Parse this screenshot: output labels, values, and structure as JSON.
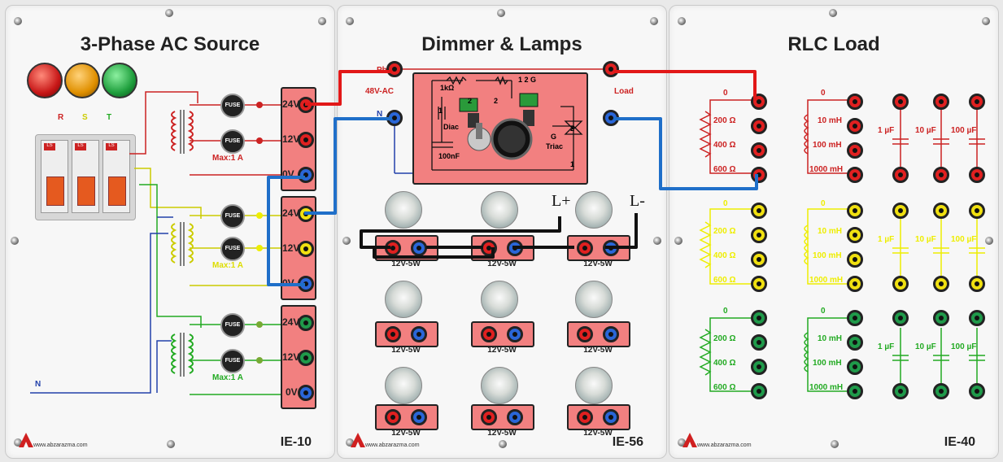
{
  "panels": {
    "source": {
      "title": "3-Phase AC Source",
      "code": "IE-10",
      "website": "www.abzarazma.com",
      "pilot_colors": [
        "#d62222",
        "#e8a000",
        "#1e9e3c"
      ],
      "phase_labels": [
        "R",
        "S",
        "T"
      ],
      "neutral_label": "N",
      "fuse_label": "FUSE",
      "max_current": "Max:1 A",
      "voltages": [
        "24V",
        "12V",
        "0V"
      ],
      "groups": [
        {
          "color": "red"
        },
        {
          "color": "yellow"
        },
        {
          "color": "green"
        }
      ]
    },
    "dimmer": {
      "title": "Dimmer & Lamps",
      "code": "IE-56",
      "website": "www.abzarazma.com",
      "ph_label": "Ph",
      "n_label": "N",
      "input_label": "48V-AC",
      "load_label": "Load",
      "r_label": "1kΩ",
      "pot_label": "1 2 G",
      "diac_label": "Diac",
      "triac_label": "Triac",
      "cap_label": "100nF",
      "g_label": "G",
      "pin_2": "2",
      "pin_1": "1",
      "lamp_rating": "12V-5W",
      "l_plus": "L+",
      "l_minus": "L-"
    },
    "rlc": {
      "title": "RLC Load",
      "code": "IE-40",
      "website": "www.abzarazma.com",
      "resistors": [
        "0",
        "200 Ω",
        "400 Ω",
        "600 Ω"
      ],
      "inductors": [
        "0",
        "10 mH",
        "100 mH",
        "1000 mH"
      ],
      "capacitors": [
        "1 µF",
        "10 µF",
        "100 µF"
      ]
    }
  },
  "wire_colors": {
    "red": "#e21818",
    "blue": "#1f6fc9",
    "black": "#111111"
  }
}
